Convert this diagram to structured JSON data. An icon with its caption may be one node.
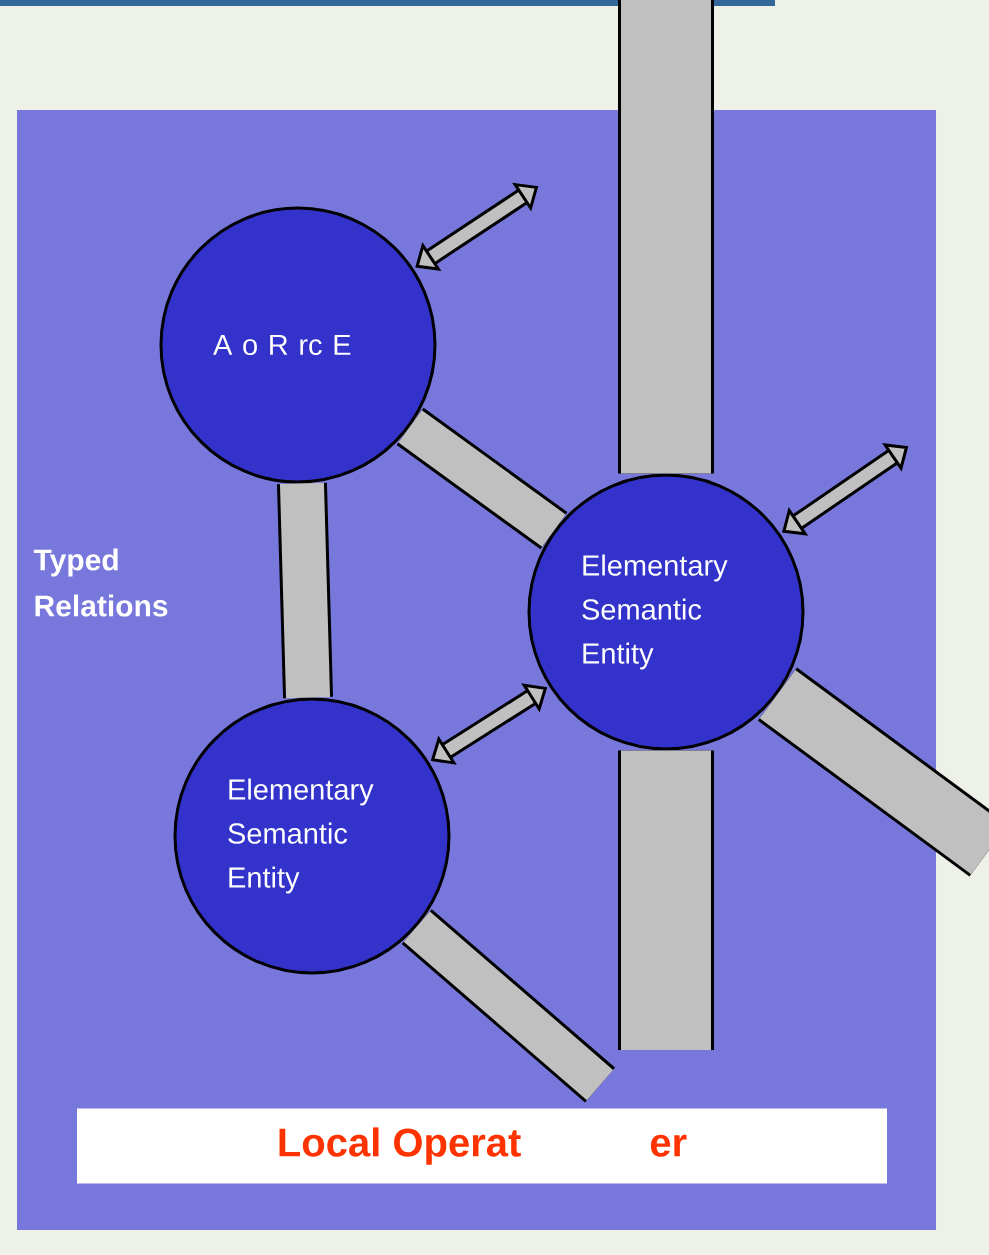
{
  "diagram": {
    "nodes": [
      {
        "text": [
          "A o R rc E"
        ]
      },
      {
        "text": [
          "Elementary Semantic Entity"
        ]
      },
      {
        "text": [
          "Elementary Semantic Entity"
        ]
      },
      {
        "text": [
          "Local Operat",
          "er"
        ]
      }
    ],
    "edges": [
      {
        "from": 0,
        "to": 2,
        "arrow": "none"
      },
      {
        "from": 0,
        "to": 1,
        "arrow": "none"
      },
      {
        "from": 2,
        "to": 1,
        "arrow": "both"
      },
      {
        "from": 0,
        "to": null,
        "arrow": "both"
      },
      {
        "from": 1,
        "to": null,
        "arrow": "both"
      },
      {
        "from": 1,
        "to": null,
        "arrow": "none",
        "style": "thick"
      },
      {
        "from": 1,
        "to": null,
        "arrow": "none",
        "style": "thick"
      },
      {
        "from": 1,
        "to": null,
        "arrow": "none"
      },
      {
        "from": 2,
        "to": null,
        "arrow": "none"
      }
    ],
    "labels": [
      "Typed Relations"
    ]
  }
}
